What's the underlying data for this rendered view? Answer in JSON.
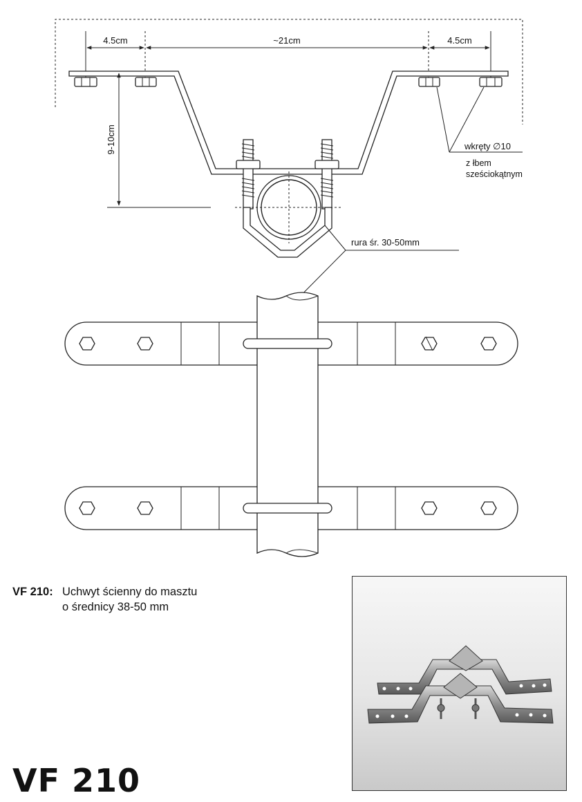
{
  "drawing": {
    "dim_left": "4.5cm",
    "dim_middle": "~21cm",
    "dim_right": "4.5cm",
    "dim_height": "9-10cm",
    "screws_label": "wkręty ∅10",
    "head_label_line1": "z łbem",
    "head_label_line2": "sześciokątnym",
    "pipe_label": "rura śr. 30-50mm"
  },
  "caption": {
    "code": "VF 210:",
    "line1": "Uchwyt ścienny do masztu",
    "line2": "o średnicy 38-50 mm"
  },
  "model": "VF 210",
  "photo": {
    "icon": "wall-mount-bracket-photo",
    "metal_color": "#9a9a9a"
  }
}
